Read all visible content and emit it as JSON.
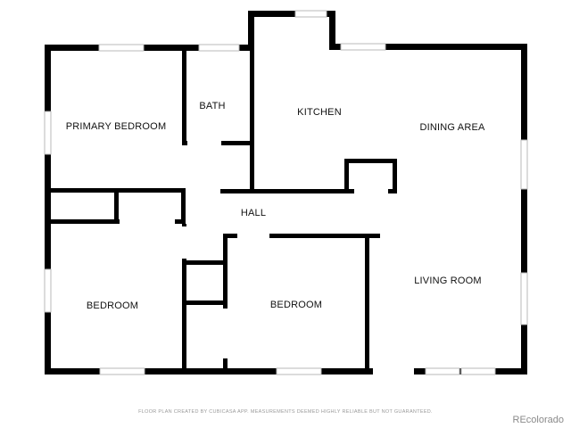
{
  "rooms": {
    "primary_bedroom": "PRIMARY BEDROOM",
    "bath": "BATH",
    "kitchen": "KITCHEN",
    "dining_area": "DINING AREA",
    "hall": "HALL",
    "living_room": "LIVING ROOM",
    "bedroom_left": "BEDROOM",
    "bedroom_center": "BEDROOM"
  },
  "footer": {
    "note": "FLOOR PLAN CREATED BY CUBICASA APP. MEASUREMENTS DEEMED HIGHLY RELIABLE BUT NOT GUARANTEED.",
    "brand": "REcolorado"
  }
}
